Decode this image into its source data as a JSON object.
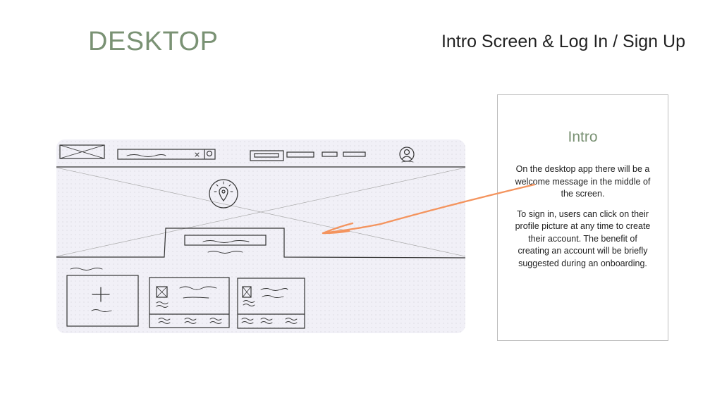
{
  "header": {
    "title": "DESKTOP",
    "subtitle": "Intro Screen & Log In / Sign Up"
  },
  "annotation": {
    "heading": "Intro",
    "paragraph_1": "On the desktop app there will be a welcome message in the middle of the screen.",
    "paragraph_2": "To sign in, users can click on their profile picture at any time to create their account. The benefit of creating an account will be briefly suggested during an onboarding."
  },
  "colors": {
    "accent_green": "#7a9274",
    "arrow_orange": "#f4945e",
    "sketch_ink": "#333333"
  }
}
